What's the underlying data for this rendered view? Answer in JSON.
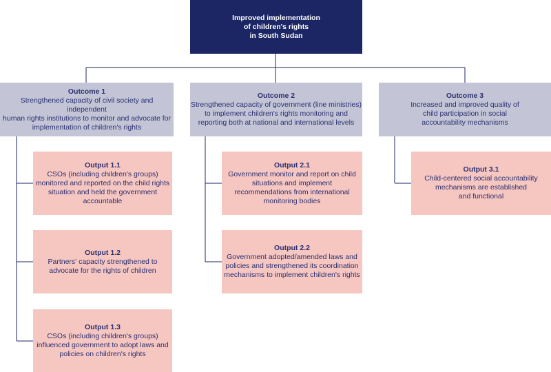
{
  "goal": {
    "text": "Improved implementation\nof children's rights\nin South Sudan"
  },
  "outcomes": [
    {
      "title": "Outcome 1",
      "text": "Strengthened capacity of civil society and independent\nhuman rights institutions to monitor and advocate for\nimplementation of children's rights"
    },
    {
      "title": "Outcome 2",
      "text": "Strengthened capacity of government (line ministries)\nto implement children's rights  monitoring and\nreporting both at national and international levels"
    },
    {
      "title": "Outcome 3",
      "text": "Increased and improved quality of\nchild participation in social\naccountability mechanisms"
    }
  ],
  "outputs": {
    "o11": {
      "title": "Output 1.1",
      "text": "CSOs (including children's groups)\nmonitored and reported on  the child rights\nsituation and held the government\naccountable"
    },
    "o12": {
      "title": "Output 1.2",
      "text": "Partners' capacity strengthened to\nadvocate for the rights of children"
    },
    "o13": {
      "title": "Output 1.3",
      "text": "CSOs (including children's groups)\ninfluenced government to adopt laws and\npolicies on children's rights"
    },
    "o21": {
      "title": "Output 2.1",
      "text": "Government monitor and report on child\nsituations and implement\nrecommendations from international\nmonitoring bodies"
    },
    "o22": {
      "title": "Output 2.2",
      "text": "Government adopted/amended laws and\npolicies and strengthened its coordination\nmechanisms to implement children's rights"
    },
    "o31": {
      "title": "Output 3.1",
      "text": "Child-centered social accountability\nmechanisms are established\nand functional"
    }
  },
  "colors": {
    "goal_fill": "#1c2664",
    "outcome_fill": "#c3c5d6",
    "output_fill": "#f6c6c1",
    "text": "#2a3070",
    "connector": "#1c2664"
  }
}
